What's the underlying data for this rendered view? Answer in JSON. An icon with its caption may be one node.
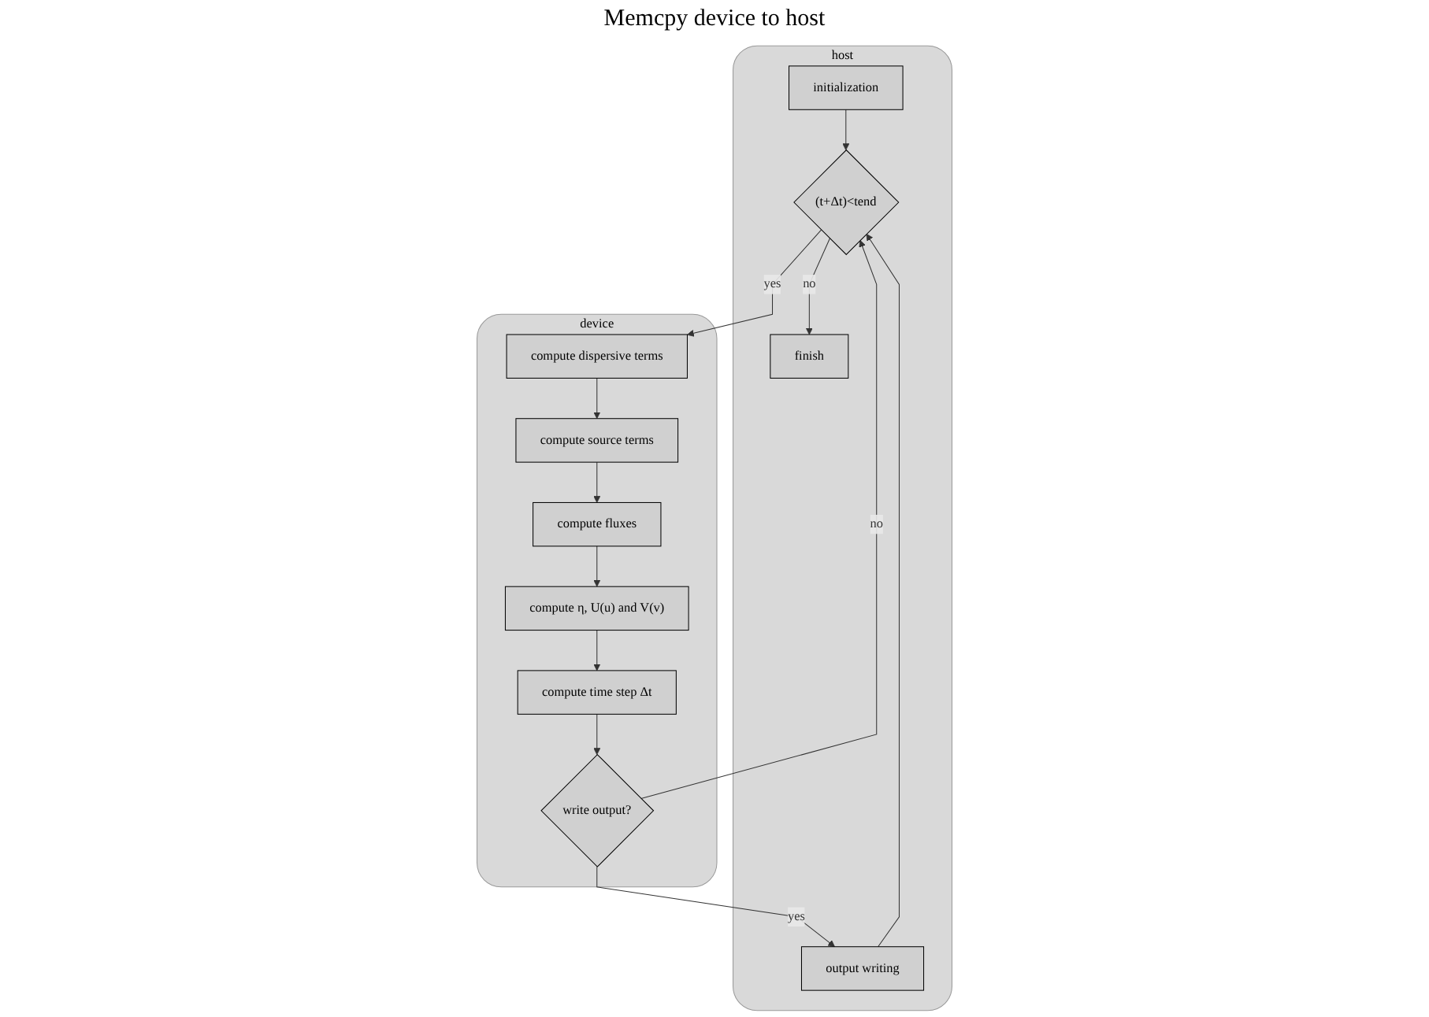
{
  "diagram": {
    "nodes": [
      {
        "text": [
          "host"
        ]
      },
      {
        "text": [
          "initialization"
        ],
        "in": 0
      },
      {
        "text": [
          "(t+Δt)<tend"
        ],
        "in": 0
      },
      {
        "text": [
          "finish"
        ],
        "in": 0
      },
      {
        "text": [
          "output writing"
        ],
        "in": 0
      },
      {
        "text": [
          "device"
        ]
      },
      {
        "text": [
          "compute dispersive terms"
        ],
        "in": 5
      },
      {
        "text": [
          "compute source terms"
        ],
        "in": 5
      },
      {
        "text": [
          "compute fluxes"
        ],
        "in": 5
      },
      {
        "text": [
          "compute η, U(u) and V(v)"
        ],
        "in": 5
      },
      {
        "text": [
          "compute time step Δt"
        ],
        "in": 5
      },
      {
        "text": [
          "write output?"
        ],
        "in": 5
      }
    ],
    "edges": [
      {
        "from": 1,
        "to": 2,
        "arrow": "to"
      },
      {
        "from": 2,
        "to": 6,
        "arrow": "to",
        "label": "yes"
      },
      {
        "from": 2,
        "to": 3,
        "arrow": "to",
        "label": "no"
      },
      {
        "from": 6,
        "to": 7,
        "arrow": "to"
      },
      {
        "from": 7,
        "to": 8,
        "arrow": "to"
      },
      {
        "from": 8,
        "to": 9,
        "arrow": "to"
      },
      {
        "from": 9,
        "to": 10,
        "arrow": "to"
      },
      {
        "from": 10,
        "to": 11,
        "arrow": "to"
      },
      {
        "from": 11,
        "to": 2,
        "arrow": "to",
        "label": "no"
      },
      {
        "from": 11,
        "to": 4,
        "arrow": "to",
        "label": "yes"
      },
      {
        "from": 4,
        "to": 2,
        "arrow": "to"
      }
    ],
    "labels": [
      "Memcpy device to host"
    ]
  }
}
